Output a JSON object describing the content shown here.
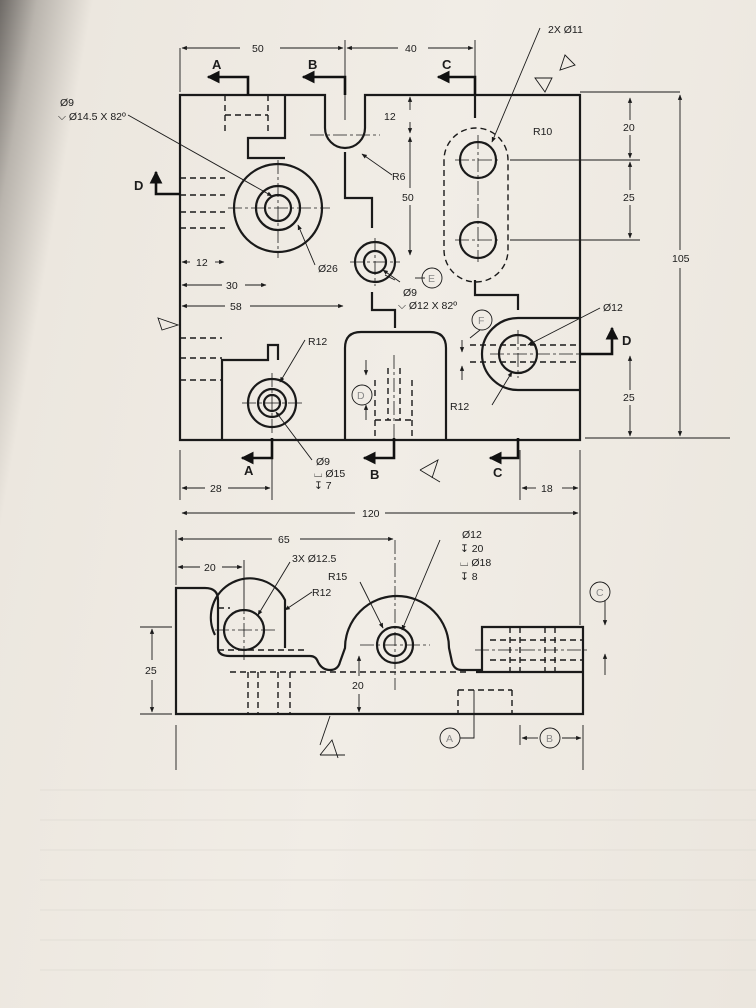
{
  "top_view": {
    "dim_top_left": "50",
    "dim_top_right": "40",
    "dim_2x_hole": "2X  Ø11",
    "dim_r10": "R10",
    "dim_12_top": "12",
    "dim_20_right": "20",
    "dim_25_right_top": "25",
    "dim_105": "105",
    "dim_50_mid": "50",
    "dim_r6": "R6",
    "csk_hole_line1": "Ø9",
    "csk_hole_line2": "⌵ Ø14.5 X 82º",
    "dim_12_left": "12",
    "dim_30": "30",
    "dim_58": "58",
    "dim_o26": "Ø26",
    "mid_hole_line1": "Ø9",
    "mid_hole_line2": "⌵ Ø12 X 82º",
    "dim_o12": "Ø12",
    "dim_r12_left": "R12",
    "dim_r12_right": "R12",
    "dim_25_right_bottom": "25",
    "cb_hole_line1": "Ø9",
    "cb_hole_line2": "⌴ Ø15",
    "cb_hole_line3": "↧ 7",
    "dim_28": "28",
    "dim_18": "18",
    "dim_120": "120",
    "section_a": "A",
    "section_b": "B",
    "section_c": "C",
    "section_d": "D",
    "callout_e": "E",
    "callout_f": "F",
    "callout_d": "D"
  },
  "front_view": {
    "dim_65": "65",
    "dim_20_top": "20",
    "dim_3x_r": "3X  Ø12.5",
    "dim_r15": "R15",
    "dim_r12": "R12",
    "hole_line1": "Ø12",
    "hole_line2": "↧ 20",
    "hole_line3": "⌴ Ø18",
    "hole_line4": "↧ 8",
    "dim_25": "25",
    "dim_20_mid": "20",
    "callout_a": "A",
    "callout_b": "B",
    "callout_c": "C"
  }
}
